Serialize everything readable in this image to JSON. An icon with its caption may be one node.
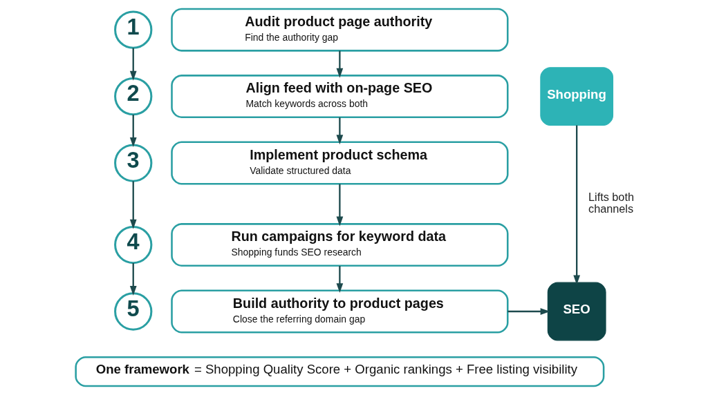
{
  "diagram": {
    "nodes": [
      {
        "text": [
          "1"
        ]
      },
      {
        "text": [
          "Audit product page authority",
          "Find the authority gap"
        ]
      },
      {
        "text": [
          "2"
        ]
      },
      {
        "text": [
          "Align feed with on-page SEO",
          "Match keywords across both"
        ]
      },
      {
        "text": [
          "3"
        ]
      },
      {
        "text": [
          "Implement product schema",
          "Validate structured data"
        ]
      },
      {
        "text": [
          "4"
        ]
      },
      {
        "text": [
          "Run campaigns for keyword data",
          "Shopping funds SEO research"
        ]
      },
      {
        "text": [
          "5"
        ]
      },
      {
        "text": [
          "Build authority to product pages",
          "Close the referring domain gap"
        ]
      },
      {
        "text": [
          "Shopping"
        ]
      },
      {
        "text": [
          "SEO"
        ]
      },
      {
        "text": [
          "**One framework** = Shopping Quality Score + Organic rankings + Free listing visibility"
        ]
      }
    ],
    "edges": [
      {
        "from": 0,
        "to": 2,
        "arrow": "to"
      },
      {
        "from": 2,
        "to": 4,
        "arrow": "to"
      },
      {
        "from": 4,
        "to": 6,
        "arrow": "to"
      },
      {
        "from": 6,
        "to": 8,
        "arrow": "to"
      },
      {
        "from": 1,
        "to": 3,
        "arrow": "to"
      },
      {
        "from": 3,
        "to": 5,
        "arrow": "to"
      },
      {
        "from": 5,
        "to": 7,
        "arrow": "to"
      },
      {
        "from": 7,
        "to": 9,
        "arrow": "to"
      },
      {
        "from": 9,
        "to": 11,
        "arrow": "to"
      },
      {
        "from": 10,
        "to": 11,
        "arrow": "to",
        "label": "Lifts both channels"
      }
    ]
  }
}
